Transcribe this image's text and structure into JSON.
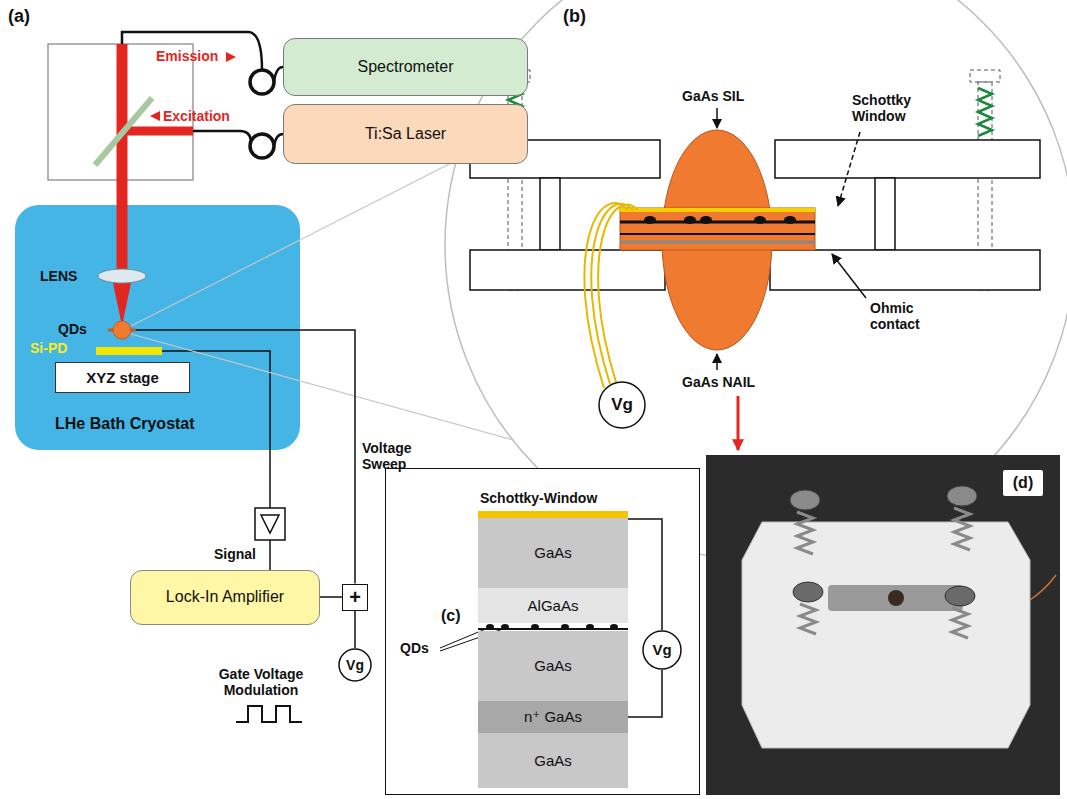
{
  "diagram": {
    "nodes": [
      {
        "text": [
          "Spectrometer"
        ]
      },
      {
        "text": [
          "Ti:Sa Laser"
        ]
      },
      {
        "text": [
          "LHe Bath Cryostat"
        ]
      },
      {
        "text": [
          "XYZ stage"
        ],
        "in": 2
      },
      {
        "text": [
          "Vg"
        ]
      },
      {
        "text": [
          "Lock-In Amplifier"
        ]
      },
      {
        "text": [
          "+"
        ]
      },
      {
        "text": [
          "Vg"
        ]
      },
      {
        "text": [
          "(c)"
        ]
      },
      {
        "text": [
          "GaAs"
        ],
        "in": 8
      },
      {
        "text": [
          "AlGaAs"
        ],
        "in": 8
      },
      {
        "text": [
          "GaAs"
        ],
        "in": 8
      },
      {
        "text": [
          "n⁺ GaAs"
        ],
        "in": 8
      },
      {
        "text": [
          "GaAs"
        ],
        "in": 8
      },
      {
        "text": [
          "Vg"
        ],
        "in": 8
      },
      {
        "text": [
          "(d)"
        ]
      }
    ],
    "edges": [
      {
        "from": 5,
        "to": 6,
        "arrow": "none"
      },
      {
        "from": 7,
        "to": 6,
        "arrow": "none"
      },
      {
        "from": 6,
        "to": 2,
        "arrow": "none"
      },
      {
        "from": 14,
        "to": 9,
        "arrow": "none"
      },
      {
        "from": 14,
        "to": 12,
        "arrow": "none"
      }
    ],
    "labels": [
      "(a)",
      "Emission",
      "Excitation",
      "LENS",
      "QDs",
      "Si-PD",
      "Signal",
      "Voltage Sweep",
      "Gate Voltage Modulation",
      "(b)",
      "GaAs SIL",
      "Schottky Window",
      "Ohmic contact",
      "GaAs NAIL",
      "Schottky-Window",
      "QDs"
    ]
  }
}
